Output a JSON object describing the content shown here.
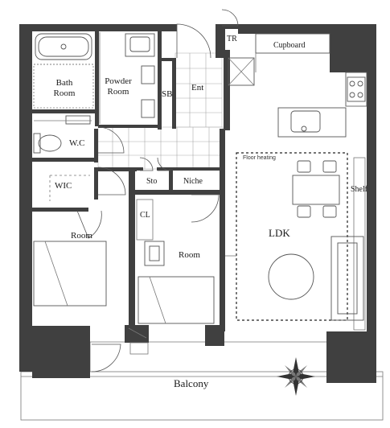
{
  "rooms": {
    "bath": "Bath\nRoom",
    "powder": "Powder\nRoom",
    "sb": "SB",
    "ent": "Ent",
    "tr": "TR",
    "cupboard": "Cupboard",
    "wc": "W.C",
    "wic": "WIC",
    "sto": "Sto",
    "niche": "Niche",
    "floor_heating": "Floor heating",
    "shelf": "Shelf",
    "ldk": "LDK",
    "cl": "CL",
    "room_left": "Room",
    "room_center": "Room",
    "balcony": "Balcony"
  },
  "icons": {
    "compass": "compass-rose-icon"
  },
  "colors": {
    "wall": "#404040",
    "line": "#555555"
  }
}
